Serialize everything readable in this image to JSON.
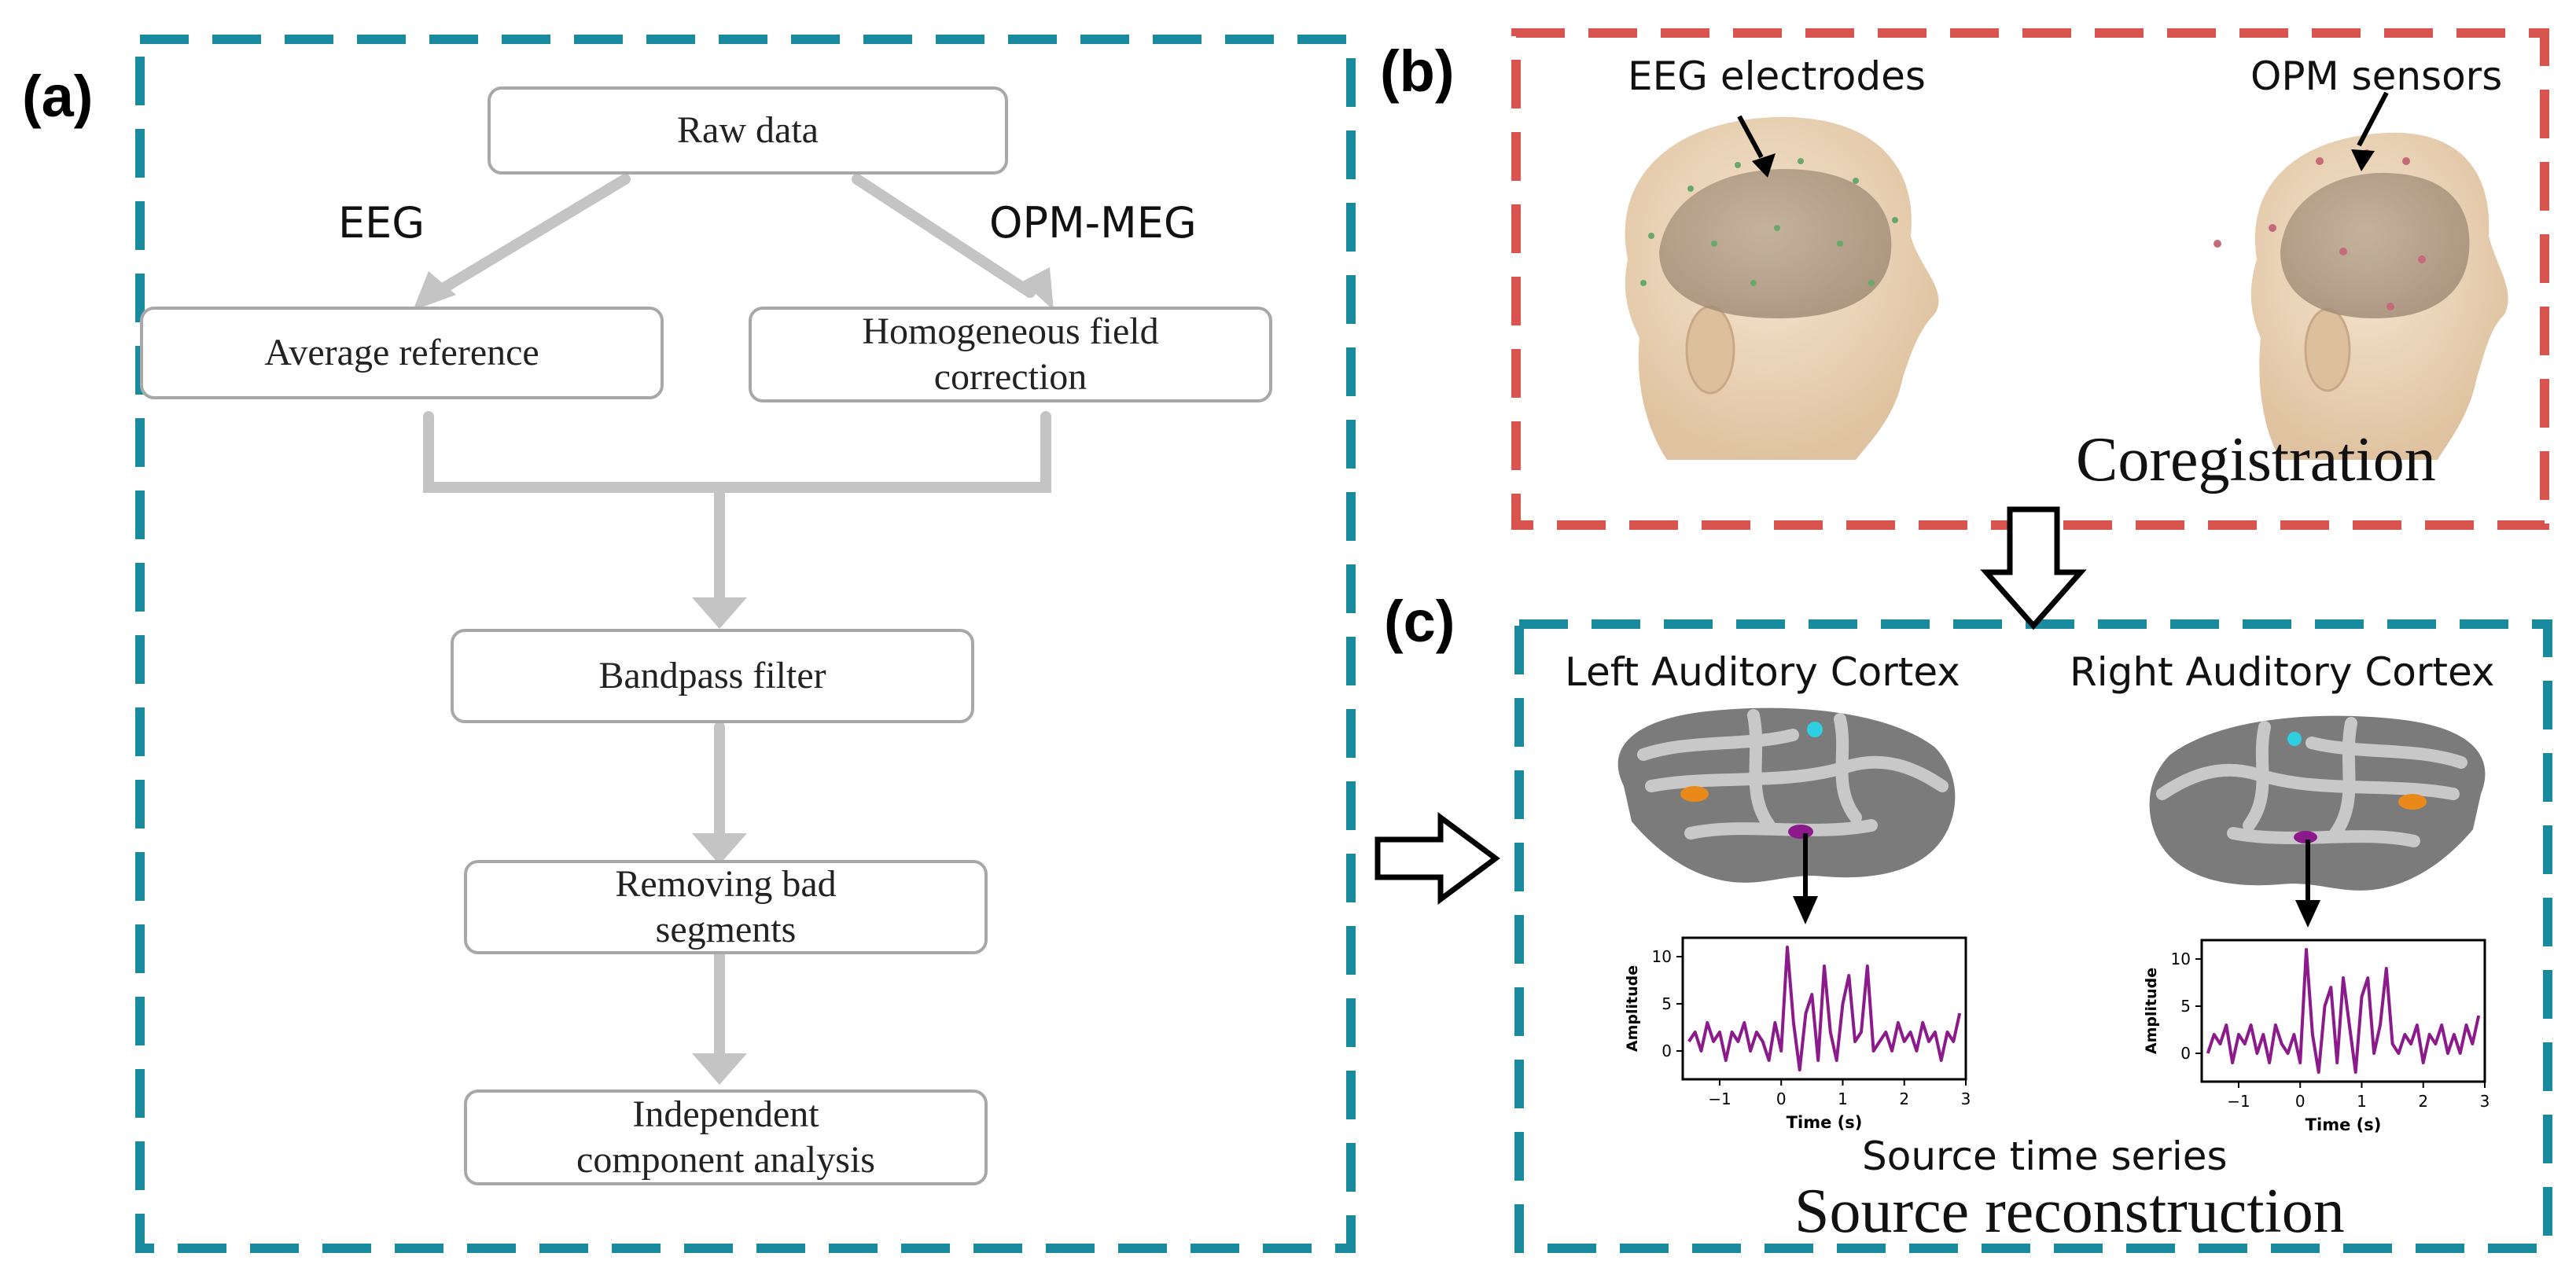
{
  "panels": {
    "a": {
      "label": "(a)"
    },
    "b": {
      "label": "(b)",
      "caption": "Coregistration",
      "left_label": "EEG electrodes",
      "right_label": "OPM sensors"
    },
    "c": {
      "label": "(c)",
      "left_title": "Left Auditory Cortex",
      "right_title": "Right Auditory Cortex",
      "series_caption": "Source time series",
      "caption": "Source reconstruction"
    }
  },
  "flowchart": {
    "raw": "Raw data",
    "branch_left": "EEG",
    "branch_right": "OPM-MEG",
    "avg_ref": "Average reference",
    "hfc_line1": "Homogeneous field",
    "hfc_line2": "correction",
    "bandpass": "Bandpass filter",
    "bad_line1": "Removing bad",
    "bad_line2": "segments",
    "ica_line1": "Independent",
    "ica_line2": "component analysis"
  },
  "colors": {
    "teal_dash": "#1a8a9e",
    "red_dash": "#d9534f",
    "flow_gray": "#c4c4c4",
    "signal_purple": "#8b1a8b",
    "head_skin": "#efd9bf",
    "brain_gray": "#8a8a8a"
  },
  "chart_data": [
    {
      "type": "line",
      "title": "",
      "xlabel": "Time (s)",
      "ylabel": "Amplitude",
      "xlim": [
        -1.6,
        3.0
      ],
      "ylim": [
        -3,
        12
      ],
      "xticks": [
        -1,
        0,
        1,
        2,
        3
      ],
      "yticks": [
        0,
        5,
        10
      ],
      "series": [
        {
          "color": "#8b1a8b",
          "x": [
            -1.5,
            -1.4,
            -1.3,
            -1.2,
            -1.1,
            -1.0,
            -0.9,
            -0.8,
            -0.7,
            -0.6,
            -0.5,
            -0.4,
            -0.3,
            -0.2,
            -0.1,
            0.0,
            0.1,
            0.2,
            0.3,
            0.4,
            0.5,
            0.6,
            0.7,
            0.8,
            0.9,
            1.0,
            1.1,
            1.2,
            1.3,
            1.4,
            1.5,
            1.6,
            1.7,
            1.8,
            1.9,
            2.0,
            2.1,
            2.2,
            2.3,
            2.4,
            2.5,
            2.6,
            2.7,
            2.8,
            2.9
          ],
          "y": [
            1,
            2,
            0,
            3,
            1,
            2,
            -1,
            2,
            1,
            3,
            0,
            2,
            1,
            -1,
            3,
            0,
            11,
            3,
            -2,
            4,
            6,
            -1,
            9,
            2,
            -1,
            5,
            8,
            1,
            2,
            9,
            0,
            1,
            2,
            0,
            3,
            1,
            2,
            0,
            3,
            1,
            2,
            -1,
            2,
            1,
            4
          ]
        }
      ]
    },
    {
      "type": "line",
      "title": "",
      "xlabel": "Time (s)",
      "ylabel": "Amplitude",
      "xlim": [
        -1.6,
        3.0
      ],
      "ylim": [
        -3,
        12
      ],
      "xticks": [
        -1,
        0,
        1,
        2,
        3
      ],
      "yticks": [
        0,
        5,
        10
      ],
      "series": [
        {
          "color": "#8b1a8b",
          "x": [
            -1.5,
            -1.4,
            -1.3,
            -1.2,
            -1.1,
            -1.0,
            -0.9,
            -0.8,
            -0.7,
            -0.6,
            -0.5,
            -0.4,
            -0.3,
            -0.2,
            -0.1,
            0.0,
            0.1,
            0.2,
            0.3,
            0.4,
            0.5,
            0.6,
            0.7,
            0.8,
            0.9,
            1.0,
            1.1,
            1.2,
            1.3,
            1.4,
            1.5,
            1.6,
            1.7,
            1.8,
            1.9,
            2.0,
            2.1,
            2.2,
            2.3,
            2.4,
            2.5,
            2.6,
            2.7,
            2.8,
            2.9
          ],
          "y": [
            0,
            2,
            1,
            3,
            -1,
            2,
            1,
            3,
            0,
            2,
            -1,
            3,
            1,
            0,
            2,
            -1,
            11,
            2,
            -2,
            5,
            7,
            -1,
            8,
            3,
            -2,
            6,
            8,
            0,
            3,
            9,
            1,
            0,
            2,
            1,
            3,
            -1,
            2,
            1,
            3,
            0,
            2,
            0,
            3,
            1,
            4
          ]
        }
      ]
    }
  ]
}
